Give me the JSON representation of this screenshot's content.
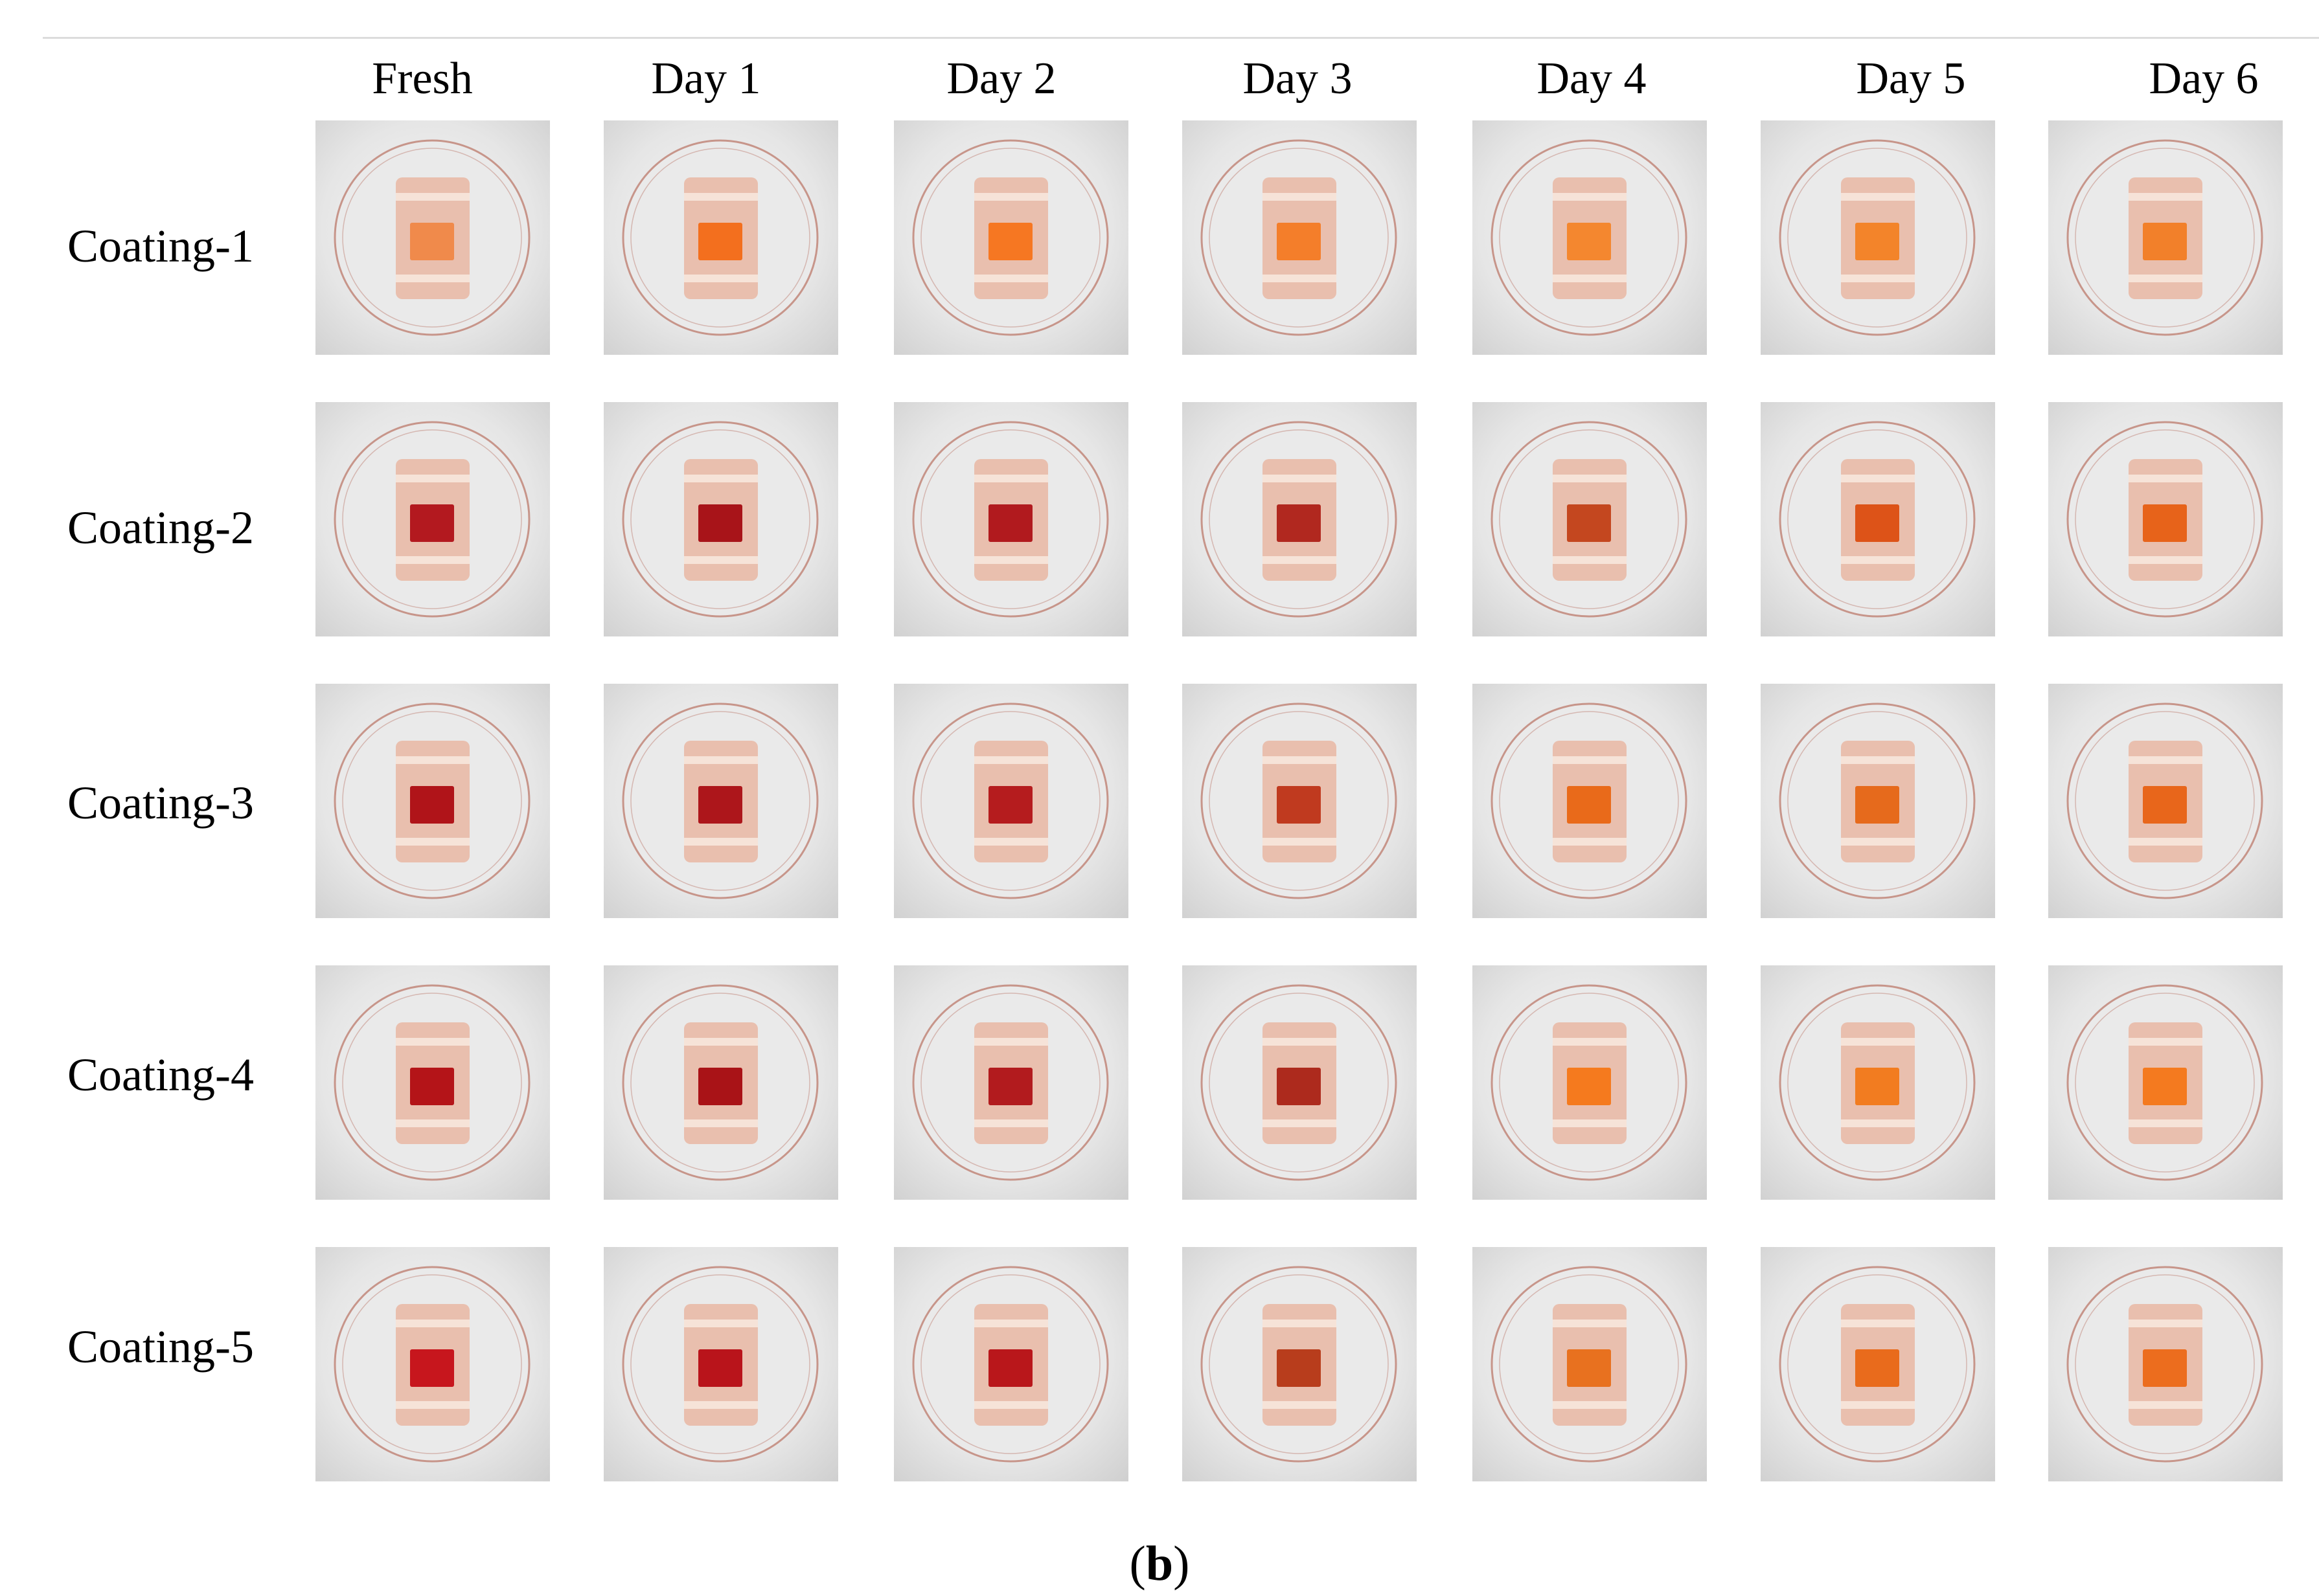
{
  "figure": {
    "columns": [
      "Fresh",
      "Day 1",
      "Day 2",
      "Day 3",
      "Day 4",
      "Day 5",
      "Day 6"
    ],
    "rows": [
      "Coating-1",
      "Coating-2",
      "Coating-3",
      "Coating-4",
      "Coating-5"
    ],
    "caption": {
      "open": "(",
      "letter": "b",
      "close": ")"
    }
  },
  "colors": {
    "background": "#ffffff",
    "meat": "#e9bfae",
    "meat_fat": "#f6e3d8",
    "dish_rim": "#c7958a",
    "indicator": [
      [
        "#f08a4b",
        "#f36f1e",
        "#f67722",
        "#f47e2a",
        "#f4872f",
        "#f3842a",
        "#f2802a"
      ],
      [
        "#b3191f",
        "#a81419",
        "#b11a1e",
        "#b1281f",
        "#c4471f",
        "#dd5318",
        "#e7631a"
      ],
      [
        "#b01419",
        "#ad161b",
        "#b51c1e",
        "#c03a1f",
        "#e96a1a",
        "#e66a1c",
        "#e8661b"
      ],
      [
        "#b41418",
        "#a91317",
        "#b21b1e",
        "#ad2a1d",
        "#f57a1e",
        "#f27c20",
        "#f47a1f"
      ],
      [
        "#c7161d",
        "#b9141b",
        "#b9171b",
        "#b83d1c",
        "#e8711f",
        "#e96b1c",
        "#ec6d1e"
      ]
    ]
  }
}
